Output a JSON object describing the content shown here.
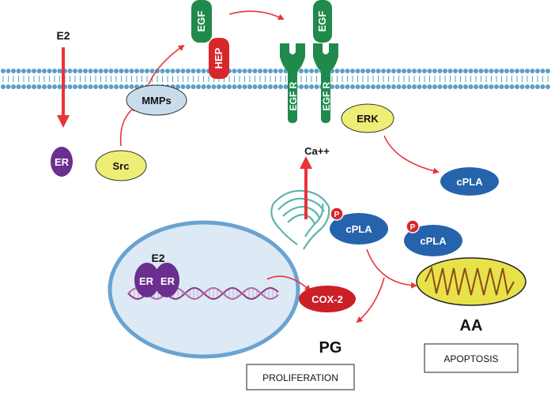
{
  "labels": {
    "e2_top": "E2",
    "er": "ER",
    "src": "Src",
    "mmps": "MMPs",
    "egf": "EGF",
    "hep": "HEP",
    "egf_r": "EGF R",
    "erk": "ERK",
    "cpla": "cPLA",
    "ca": "Ca++",
    "p": "P",
    "e2_nucleus": "E2",
    "cox2": "COX-2",
    "pg": "PG",
    "aa": "AA",
    "proliferation": "PROLIFERATION",
    "apoptosis": "APOPTOSIS"
  },
  "colors": {
    "arrow": "#e8333a",
    "er_purple": "#6b2f8f",
    "yellow": "#eeee77",
    "lightblue": "#c9dceb",
    "green": "#1f8a4b",
    "hep_red": "#d9262b",
    "blue": "#2563ad",
    "membrane": "#5a9fc8",
    "nucleus_border": "#6aa3d1",
    "nucleus_fill": "#dde9f4",
    "er_teal": "#5db3ad",
    "mito_yellow": "#e8e24a",
    "mito_brown": "#8a4a1c",
    "cox2_red": "#cc1f26"
  }
}
